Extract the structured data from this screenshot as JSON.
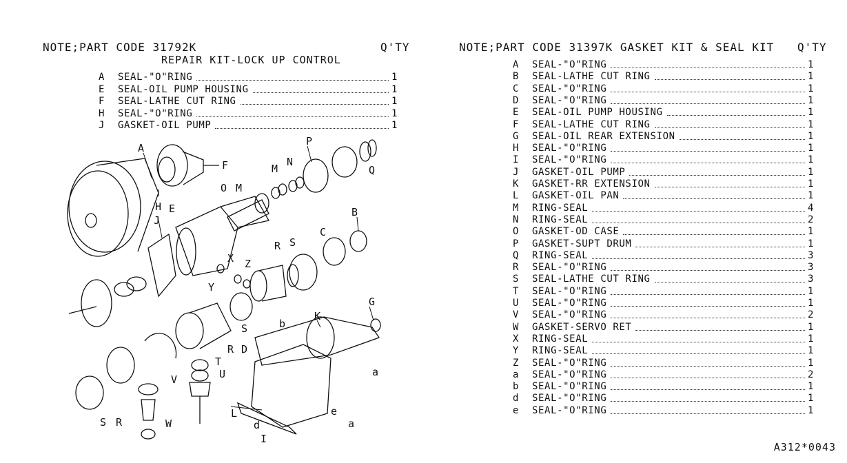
{
  "left_note": {
    "title": "NOTE;PART CODE 31792K",
    "qty_header": "Q'TY",
    "subtitle": "REPAIR KIT-LOCK UP CONTROL",
    "items": [
      {
        "letter": "A",
        "desc": "SEAL-\"O\"RING",
        "qty": "1"
      },
      {
        "letter": "E",
        "desc": "SEAL-OIL PUMP HOUSING",
        "qty": "1"
      },
      {
        "letter": "F",
        "desc": "SEAL-LATHE CUT RING",
        "qty": "1"
      },
      {
        "letter": "H",
        "desc": "SEAL-\"O\"RING",
        "qty": "1"
      },
      {
        "letter": "J",
        "desc": "GASKET-OIL PUMP",
        "qty": "1"
      }
    ]
  },
  "right_note": {
    "title": "NOTE;PART CODE 31397K GASKET KIT & SEAL KIT",
    "qty_header": "Q'TY",
    "items": [
      {
        "letter": "A",
        "desc": "SEAL-\"O\"RING",
        "qty": "1"
      },
      {
        "letter": "B",
        "desc": "SEAL-LATHE CUT RING",
        "qty": "1"
      },
      {
        "letter": "C",
        "desc": "SEAL-\"O\"RING",
        "qty": "1"
      },
      {
        "letter": "D",
        "desc": "SEAL-\"O\"RING",
        "qty": "1"
      },
      {
        "letter": "E",
        "desc": "SEAL-OIL PUMP HOUSING",
        "qty": "1"
      },
      {
        "letter": "F",
        "desc": "SEAL-LATHE CUT RING",
        "qty": "1"
      },
      {
        "letter": "G",
        "desc": "SEAL-OIL REAR EXTENSION",
        "qty": "1"
      },
      {
        "letter": "H",
        "desc": "SEAL-\"O\"RING",
        "qty": "1"
      },
      {
        "letter": "I",
        "desc": "SEAL-\"O\"RING",
        "qty": "1"
      },
      {
        "letter": "J",
        "desc": "GASKET-OIL PUMP",
        "qty": "1"
      },
      {
        "letter": "K",
        "desc": "GASKET-RR EXTENSION",
        "qty": "1"
      },
      {
        "letter": "L",
        "desc": "GASKET-OIL PAN",
        "qty": "1"
      },
      {
        "letter": "M",
        "desc": "RING-SEAL",
        "qty": "4"
      },
      {
        "letter": "N",
        "desc": "RING-SEAL",
        "qty": "2"
      },
      {
        "letter": "O",
        "desc": "GASKET-OD CASE",
        "qty": "1"
      },
      {
        "letter": "P",
        "desc": "GASKET-SUPT DRUM",
        "qty": "1"
      },
      {
        "letter": "Q",
        "desc": "RING-SEAL",
        "qty": "3"
      },
      {
        "letter": "R",
        "desc": "SEAL-\"O\"RING",
        "qty": "3"
      },
      {
        "letter": "S",
        "desc": "SEAL-LATHE CUT RING",
        "qty": "3"
      },
      {
        "letter": "T",
        "desc": "SEAL-\"O\"RING",
        "qty": "1"
      },
      {
        "letter": "U",
        "desc": "SEAL-\"O\"RING",
        "qty": "1"
      },
      {
        "letter": "V",
        "desc": "SEAL-\"O\"RING",
        "qty": "2"
      },
      {
        "letter": "W",
        "desc": "GASKET-SERVO RET",
        "qty": "1"
      },
      {
        "letter": "X",
        "desc": "RING-SEAL",
        "qty": "1"
      },
      {
        "letter": "Y",
        "desc": "RING-SEAL",
        "qty": "1"
      },
      {
        "letter": "Z",
        "desc": "SEAL-\"O\"RING",
        "qty": "1"
      },
      {
        "letter": "a",
        "desc": "SEAL-\"O\"RING",
        "qty": "2"
      },
      {
        "letter": "b",
        "desc": "SEAL-\"O\"RING",
        "qty": "1"
      },
      {
        "letter": "d",
        "desc": "SEAL-\"O\"RING",
        "qty": "1"
      },
      {
        "letter": "e",
        "desc": "SEAL-\"O\"RING",
        "qty": "1"
      }
    ]
  },
  "diagram_labels": {
    "A": "A",
    "B": "B",
    "C": "C",
    "D": "D",
    "E": "E",
    "F": "F",
    "G": "G",
    "H": "H",
    "I": "I",
    "J": "J",
    "K": "K",
    "L": "L",
    "M1": "M",
    "M2": "M",
    "N": "N",
    "O": "O",
    "P": "P",
    "Q": "Q",
    "R1": "R",
    "R2": "R",
    "R3": "R",
    "S1": "S",
    "S2": "S",
    "S3": "S",
    "T": "T",
    "U": "U",
    "V": "V",
    "W": "W",
    "X": "X",
    "Y": "Y",
    "Z": "Z",
    "a1": "a",
    "a2": "a",
    "b": "b",
    "d": "d",
    "e": "e"
  },
  "reference_code": "A312*0043"
}
